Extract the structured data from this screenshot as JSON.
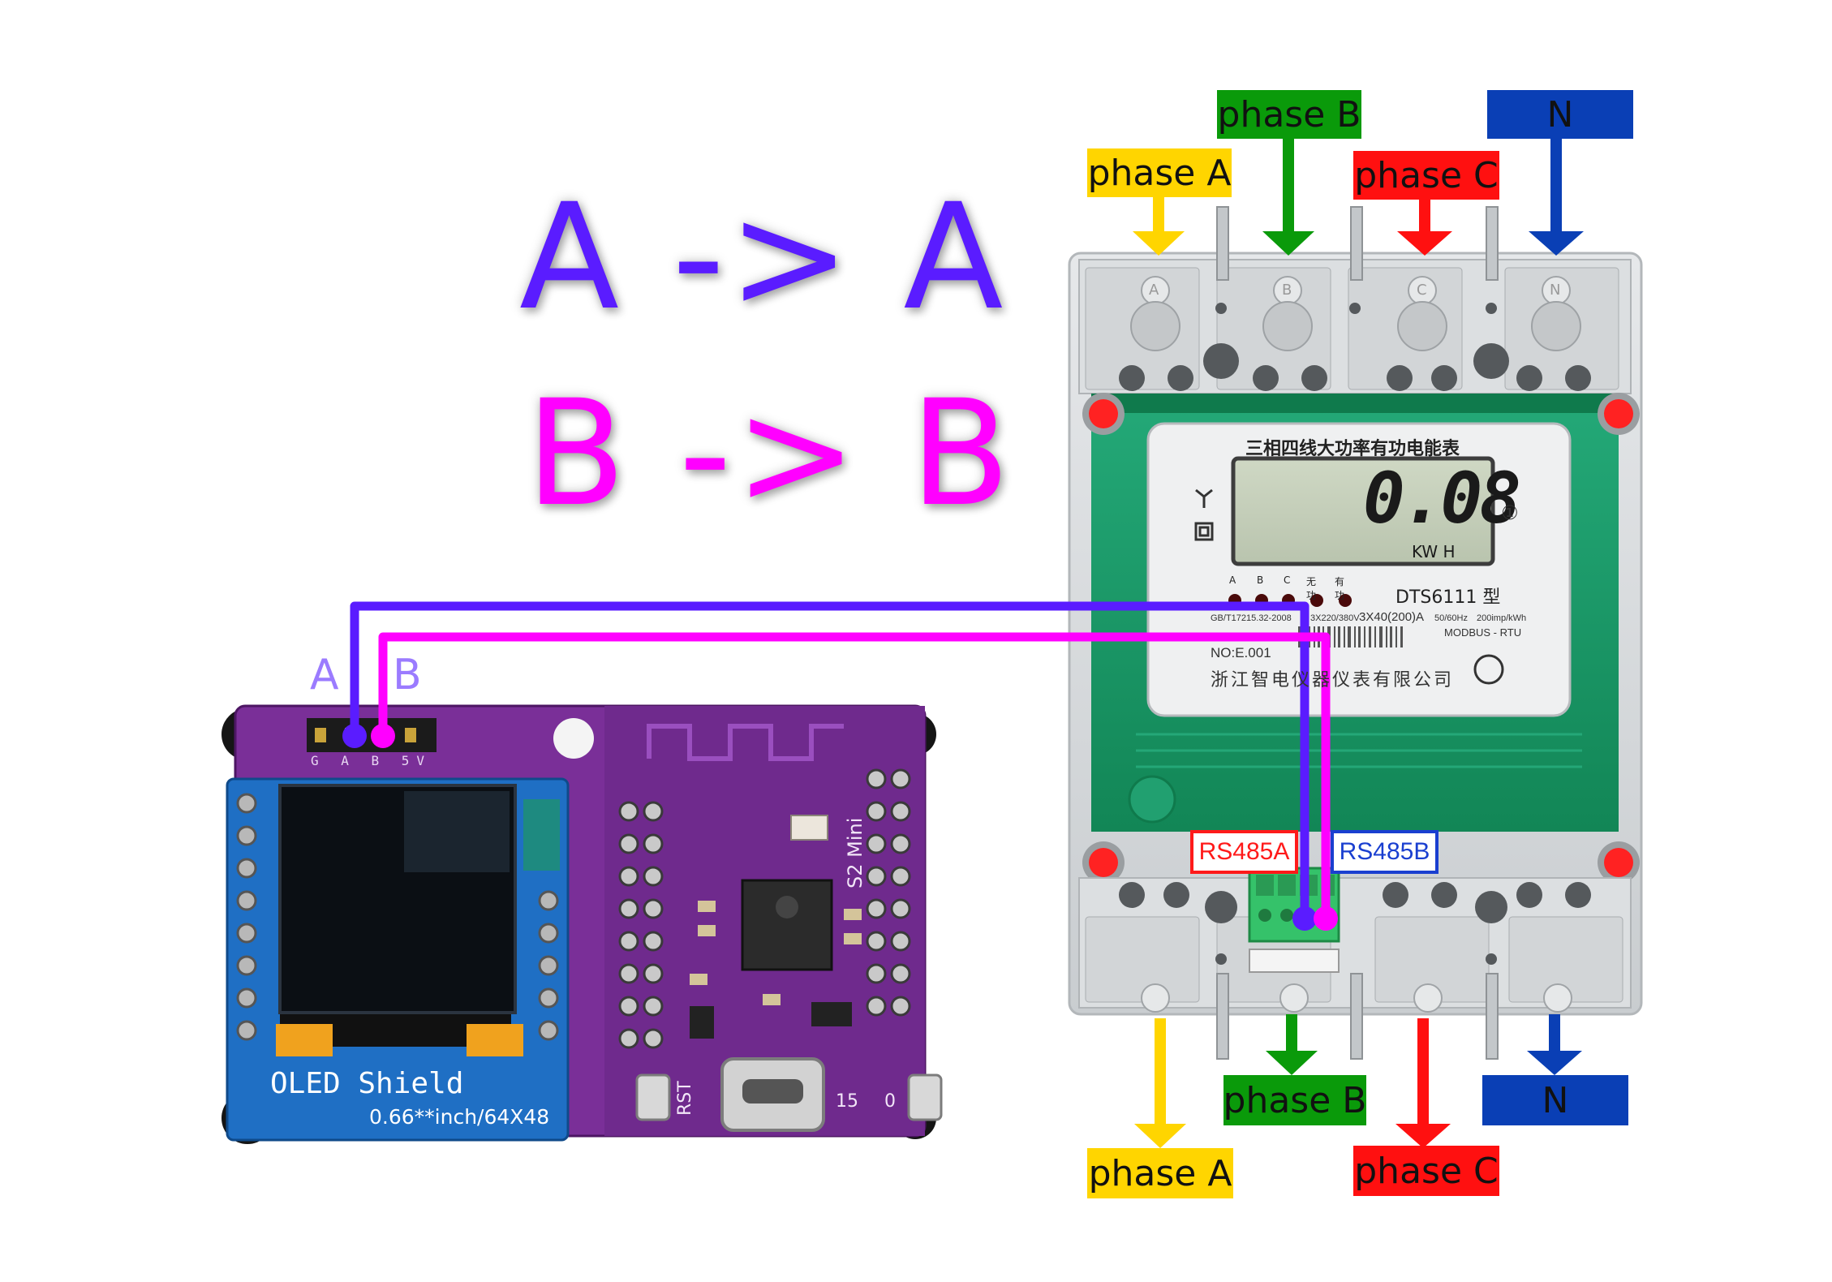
{
  "mapping": {
    "line_a": "A -> A",
    "line_b": "B -> B",
    "color_a": "#5a1cff",
    "color_b": "#ff00ff"
  },
  "labels_top": {
    "phase_a": "phase A",
    "phase_b": "phase B",
    "phase_c": "phase C",
    "n": "N"
  },
  "labels_bottom": {
    "phase_a": "phase A",
    "phase_b": "phase B",
    "phase_c": "phase C",
    "n": "N"
  },
  "colors": {
    "phase_a": "#ffd500",
    "phase_b": "#0a9a0a",
    "phase_c": "#ff1010",
    "n": "#0a3fb5",
    "board": "#6a2b87",
    "meter_green": "#1a9a6a"
  },
  "board_pins": {
    "a": "A",
    "b": "B",
    "silk": "G A B 5V"
  },
  "oled": {
    "line1": "OLED Shield",
    "line2": "0.66**inch/64X48"
  },
  "mcu": {
    "name": "S2 Mini",
    "rst": "RST",
    "gpio": "15",
    "zero": "0"
  },
  "meter": {
    "title": "三相四线大功率有功电能表",
    "reading": "0.08",
    "unit": "KW H",
    "circle_one": "①",
    "model": "DTS6111 型",
    "indicators": [
      "A",
      "B",
      "C",
      "无功",
      "有功"
    ],
    "spec_std": "GB/T17215.32-2008",
    "spec_volt": "3X220/380V",
    "spec_curr": "3X40(200)A",
    "spec_freq": "50/60Hz",
    "spec_imp": "200imp/kWh",
    "protocol": "MODBUS - RTU",
    "serial": "NO:E.001",
    "maker": "浙江智电仪器仪表有限公司",
    "rs485a": "RS485A",
    "rs485b": "RS485B",
    "terminal_marks": [
      "A",
      "B",
      "C",
      "N"
    ]
  }
}
